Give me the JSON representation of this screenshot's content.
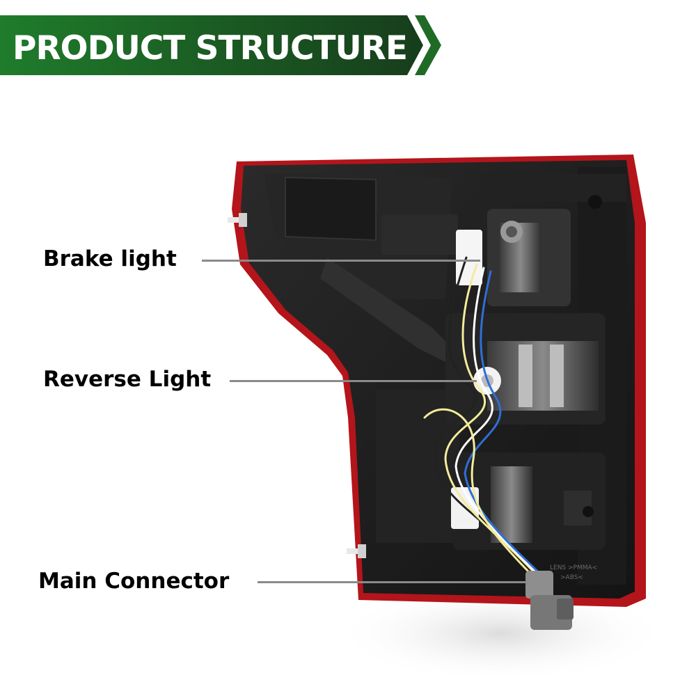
{
  "banner": {
    "title": "PRODUCT STRUCTURE",
    "colors": {
      "gradient_start": "#1e7a2a",
      "gradient_end": "#173e1c",
      "arrow": "#1f6b26"
    }
  },
  "callouts": [
    {
      "label": "Brake light"
    },
    {
      "label": "Reverse Light"
    },
    {
      "label": "Main Connector"
    }
  ],
  "product": {
    "housing_color": "#1c1c1c",
    "rim_color": "#b3151b",
    "wire_colors": [
      "#f4ec9a",
      "#2f6fd6",
      "#ffffff",
      "#222222"
    ],
    "molded_text": [
      "LENS >PMMA<",
      ">ABS<"
    ]
  }
}
